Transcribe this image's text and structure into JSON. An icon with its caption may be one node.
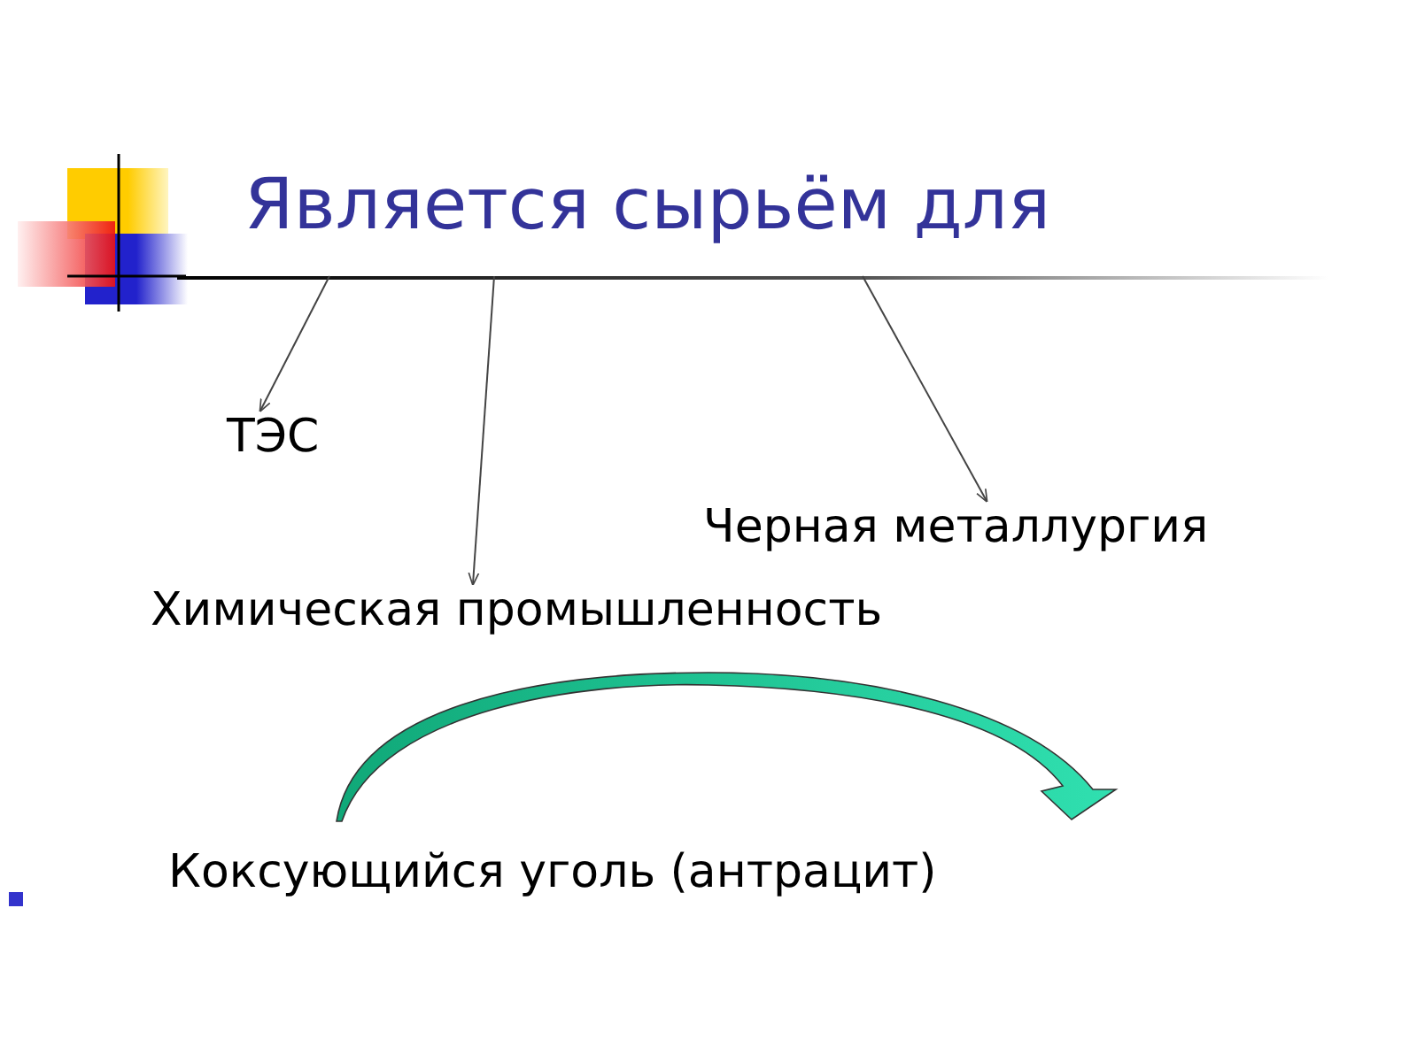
{
  "diagram": {
    "nodes": [
      {
        "text": [
          "Является сырьём для"
        ]
      },
      {
        "text": [
          "ТЭС"
        ]
      },
      {
        "text": [
          "Черная металлургия"
        ]
      },
      {
        "text": [
          "Химическая промышленность"
        ]
      },
      {
        "text": [
          "Коксующийся уголь (антрацит)"
        ]
      }
    ],
    "edges": [
      {
        "from": 0,
        "to": 1,
        "arrow": "to"
      },
      {
        "from": 0,
        "to": 3,
        "arrow": "to"
      },
      {
        "from": 0,
        "to": 2,
        "arrow": "to"
      }
    ]
  }
}
